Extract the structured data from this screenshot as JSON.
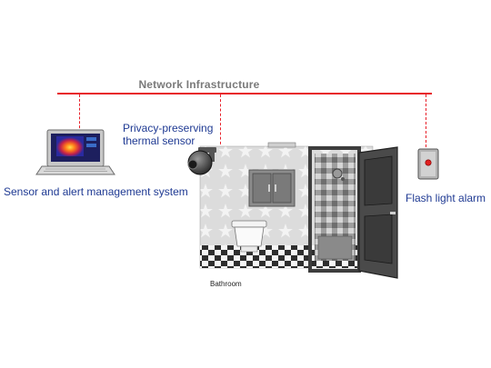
{
  "network": {
    "label": "Network Infrastructure"
  },
  "nodes": {
    "management": {
      "label": "Sensor and alert management system"
    },
    "sensor": {
      "label_line1": "Privacy-preserving",
      "label_line2": "thermal sensor"
    },
    "alarm": {
      "label": "Flash light alarm"
    },
    "room": {
      "label": "Bathroom"
    }
  },
  "colors": {
    "network_line": "#e8202a",
    "label_text": "#1f3a93",
    "alarm_light": "#e02020"
  },
  "icons": [
    "laptop-icon",
    "thermal-camera-icon",
    "flash-light-alarm-icon",
    "bathroom-illustration",
    "open-door-icon"
  ]
}
